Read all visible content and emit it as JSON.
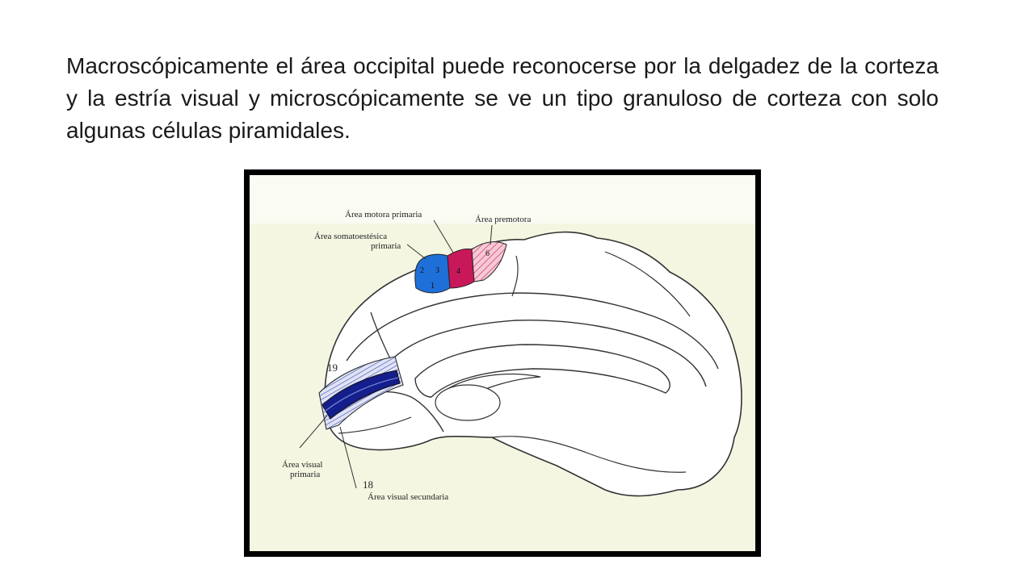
{
  "slide": {
    "text": "Macroscópicamente el área occipital puede reconocerse por la delgadez de la corteza y la estría visual y microscópicamente se ve un tipo granuloso de corteza con solo algunas células piramidales."
  },
  "figure": {
    "labels": {
      "motora_primaria": "Área motora primaria",
      "premotora": "Área premotora",
      "somato_line1": "Área somatoestésica",
      "somato_line2": "primaria",
      "visual_primaria_line1": "Área visual",
      "visual_primaria_line2": "primaria",
      "visual_secundaria": "Área visual secundaria"
    },
    "area_numbers": {
      "n19": "19",
      "n18": "18",
      "n1": "1",
      "n2": "2",
      "n3": "3",
      "n4": "4",
      "n6": "6"
    },
    "colors": {
      "somatosensory": "#1e6fd8",
      "motor": "#c8185a",
      "premotor": "#f0a8bc",
      "visual_primary": "#141e8c",
      "visual_secondary": "#8a98d8",
      "background": "#f4f6e2"
    }
  }
}
